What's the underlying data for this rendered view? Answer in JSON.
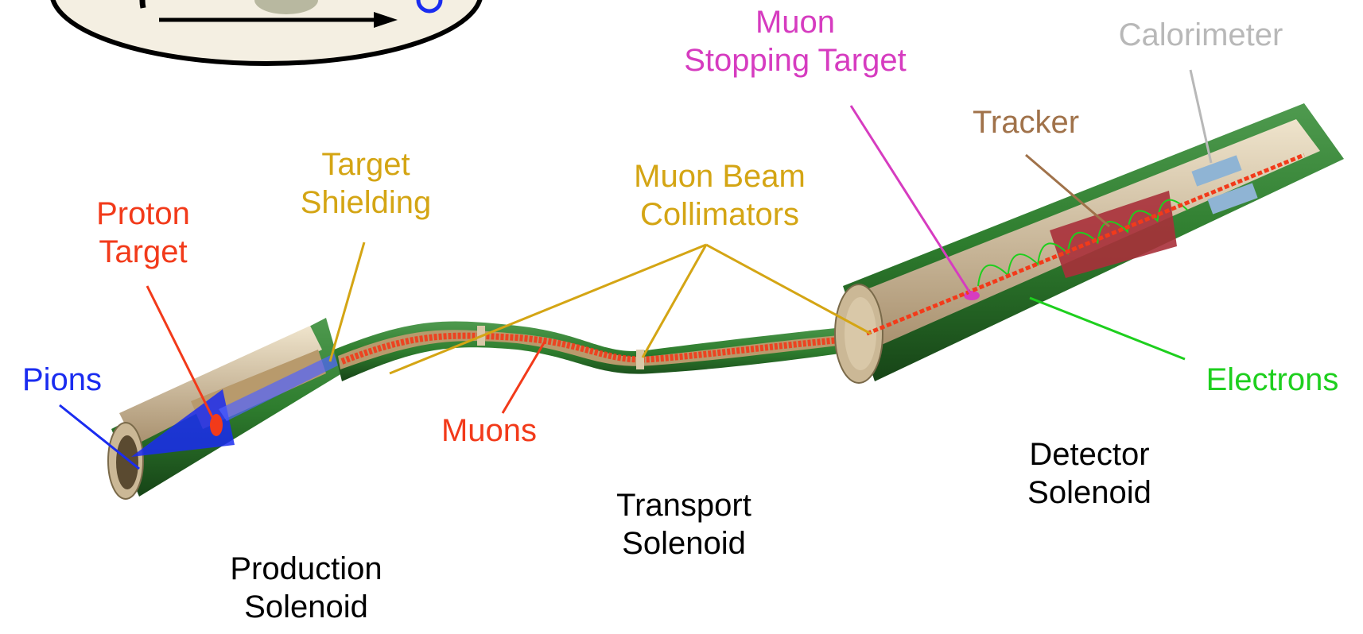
{
  "labels": {
    "muon_stopping_target": {
      "line1": "Muon",
      "line2": "Stopping Target"
    },
    "calorimeter": "Calorimeter",
    "tracker": "Tracker",
    "target_shielding": {
      "line1": "Target",
      "line2": "Shielding"
    },
    "muon_beam_collimators": {
      "line1": "Muon Beam",
      "line2": "Collimators"
    },
    "proton_target": {
      "line1": "Proton",
      "line2": "Target"
    },
    "pions": "Pions",
    "electrons": "Electrons",
    "muons": "Muons",
    "detector_solenoid": {
      "line1": "Detector",
      "line2": "Solenoid"
    },
    "transport_solenoid": {
      "line1": "Transport",
      "line2": "Solenoid"
    },
    "production_solenoid": {
      "line1": "Production",
      "line2": "Solenoid"
    }
  },
  "colors": {
    "pions": "#1a2cf0",
    "proton_target": "#f23a1a",
    "muons": "#f23a1a",
    "target_shielding": "#d4a514",
    "muon_beam_collimators": "#d4a514",
    "muon_stopping_target": "#d63cc0",
    "tracker": "#a0724a",
    "calorimeter": "#b8b8b8",
    "electrons": "#1ecf1e",
    "solenoid_labels": "#000000",
    "coil_green": "#2e7d2e",
    "coil_dark": "#1a4d1a",
    "bore_beige": "#d9c8a8",
    "bore_shadow": "#a89070"
  }
}
